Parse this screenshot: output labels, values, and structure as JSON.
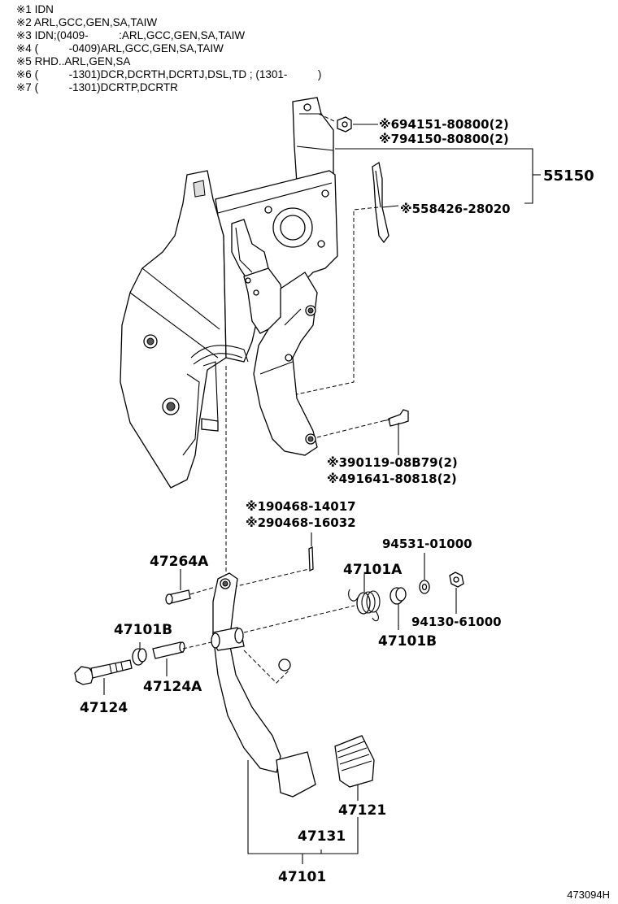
{
  "notes": [
    "※1 IDN",
    "※2 ARL,GCC,GEN,SA,TAIW",
    "※3 IDN;(0409-          :ARL,GCC,GEN,SA,TAIW",
    "※4 (          -0409)ARL,GCC,GEN,SA,TAIW",
    "※5 RHD..ARL,GEN,SA",
    "※6 (          -1301)DCR,DCRTH,DCRTJ,DSL,TD ; (1301-          )",
    "※7 (          -1301)DCRTP,DCRTR"
  ],
  "labels": {
    "p94151": "※694151-80800(2)",
    "p94150": "※794150-80800(2)",
    "p55150": "55150",
    "p58426": "※558426-28020",
    "p90119": "※390119-08B79(2)",
    "p91641": "※491641-80818(2)",
    "p90468a": "※190468-14017",
    "p90468b": "※290468-16032",
    "p94531": "94531-01000",
    "p47264A": "47264A",
    "p47101A": "47101A",
    "p47101B_left": "47101B",
    "p94130": "94130-61000",
    "p47101B_right": "47101B",
    "p47124A": "47124A",
    "p47124": "47124",
    "p47121": "47121",
    "p47131": "47131",
    "p47101": "47101"
  },
  "figure_code": "473094H"
}
